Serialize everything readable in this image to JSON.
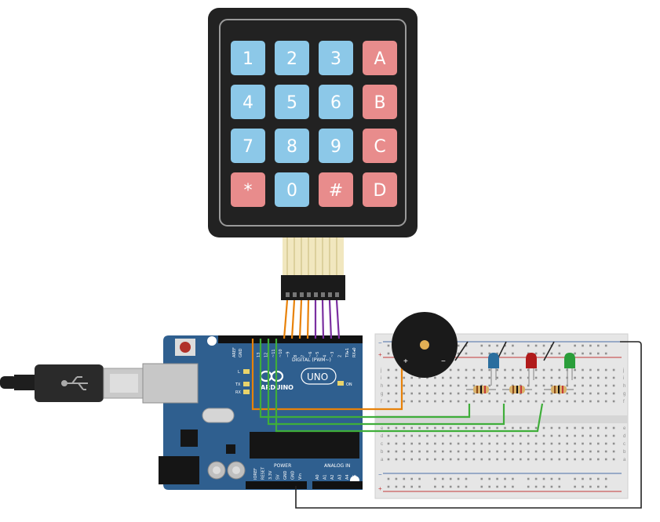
{
  "keypad": {
    "keys": [
      {
        "label": "1",
        "type": "num"
      },
      {
        "label": "2",
        "type": "num"
      },
      {
        "label": "3",
        "type": "num"
      },
      {
        "label": "A",
        "type": "fn"
      },
      {
        "label": "4",
        "type": "num"
      },
      {
        "label": "5",
        "type": "num"
      },
      {
        "label": "6",
        "type": "num"
      },
      {
        "label": "B",
        "type": "fn"
      },
      {
        "label": "7",
        "type": "num"
      },
      {
        "label": "8",
        "type": "num"
      },
      {
        "label": "9",
        "type": "num"
      },
      {
        "label": "C",
        "type": "fn"
      },
      {
        "label": "*",
        "type": "fn"
      },
      {
        "label": "0",
        "type": "num"
      },
      {
        "label": "#",
        "type": "fn"
      },
      {
        "label": "D",
        "type": "fn"
      }
    ]
  },
  "arduino": {
    "brand": "ARDUINO",
    "model": "UNO",
    "digital_label": "DIGITAL (PWM~)",
    "power_label": "POWER",
    "analog_label": "ANALOG IN",
    "on_label": "ON",
    "led_l": "L",
    "led_tx": "TX",
    "led_rx": "RX",
    "pin_aref": "AREF",
    "pin_gnd": "GND",
    "pins_digital": [
      "13",
      "12",
      "~11",
      "~10",
      "~9",
      "8",
      "7",
      "~6",
      "~5",
      "4",
      "~3",
      "2",
      "TX▸1",
      "RX◂0"
    ],
    "pins_power": [
      "IOREF",
      "RESET",
      "3.3V",
      "5V",
      "GND",
      "GND",
      "Vin"
    ],
    "pins_analog": [
      "A0",
      "A1",
      "A2",
      "A3",
      "A4",
      "A5"
    ]
  },
  "buzzer": {
    "plus": "+",
    "minus": "−"
  },
  "breadboard": {
    "rows_top": [
      "j",
      "i",
      "h",
      "g",
      "f"
    ],
    "rows_bottom": [
      "e",
      "d",
      "c",
      "b",
      "a"
    ],
    "rail_plus": "+",
    "rail_minus": "−"
  },
  "colors": {
    "key_num": "#8cc8e8",
    "key_fn": "#e88c8c",
    "keypad_body": "#222222",
    "arduino_board": "#2f5f8f",
    "wire_orange": "#e8820a",
    "wire_purple": "#7a2fa0",
    "wire_green": "#3fae3a",
    "wire_black": "#222222",
    "led_blue": "#2a6e9e",
    "led_red": "#b01a1a",
    "led_green": "#2a9e3a"
  }
}
